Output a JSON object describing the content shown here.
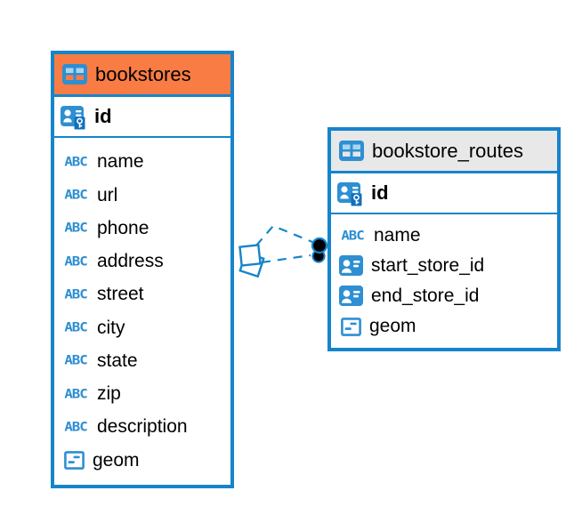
{
  "canvas": {
    "background": "#ffffff"
  },
  "colors": {
    "accent_blue": "#1684cb",
    "icon_blue": "#2e8fd2",
    "icon_blue_dark": "#1270ba",
    "icon_cell_light_blue": "#aad5f1",
    "bookstores_header": "#f97c44",
    "bookstore_routes_header": "#e8e8e8",
    "text_color": "#000000",
    "marker_black": "#000000"
  },
  "icons": {
    "abc_text": "ABC"
  },
  "tables": [
    {
      "name": "bookstores",
      "header_color": "#f97c44",
      "table_icon": "table-icon",
      "primary_key": {
        "label": "id",
        "icon": "primary-key-icon"
      },
      "columns": [
        {
          "label": "name",
          "icon": "text-column-icon"
        },
        {
          "label": "url",
          "icon": "text-column-icon"
        },
        {
          "label": "phone",
          "icon": "text-column-icon"
        },
        {
          "label": "address",
          "icon": "text-column-icon"
        },
        {
          "label": "street",
          "icon": "text-column-icon"
        },
        {
          "label": "city",
          "icon": "text-column-icon"
        },
        {
          "label": "state",
          "icon": "text-column-icon"
        },
        {
          "label": "zip",
          "icon": "text-column-icon"
        },
        {
          "label": "description",
          "icon": "text-column-icon"
        },
        {
          "label": "geom",
          "icon": "geometry-column-icon"
        }
      ]
    },
    {
      "name": "bookstore_routes",
      "header_color": "#e8e8e8",
      "table_icon": "table-icon",
      "primary_key": {
        "label": "id",
        "icon": "primary-key-icon"
      },
      "columns": [
        {
          "label": "name",
          "icon": "text-column-icon"
        },
        {
          "label": "start_store_id",
          "icon": "reference-column-icon"
        },
        {
          "label": "end_store_id",
          "icon": "reference-column-icon"
        },
        {
          "label": "geom",
          "icon": "geometry-column-icon"
        }
      ]
    }
  ],
  "relationship": {
    "from_table": "bookstores",
    "to_table": "bookstore_routes",
    "line_style": "dashed",
    "line_count": 2,
    "start_marker": "overlapping-squares",
    "end_marker": "filled-circles"
  }
}
